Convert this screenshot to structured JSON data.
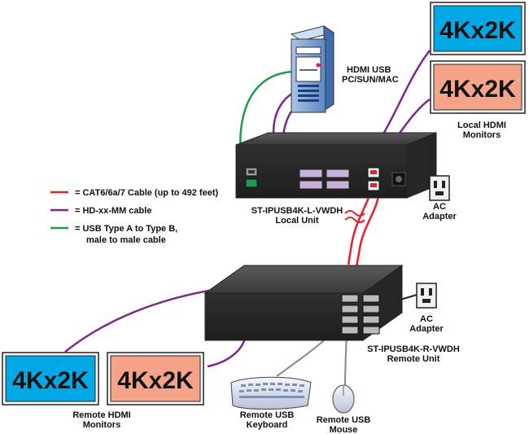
{
  "monitor_text": "4Kx2K",
  "labels": {
    "pc_line1": "HDMI USB",
    "pc_line2": "PC/SUN/MAC",
    "local_monitors_line1": "Local HDMI",
    "local_monitors_line2": "Monitors",
    "local_unit_line1": "ST-IPUSB4K-L-VWDH",
    "local_unit_line2": "Local Unit",
    "ac_line1": "AC",
    "ac_line2": "Adapter",
    "remote_unit_line1": "ST-IPUSB4K-R-VWDH",
    "remote_unit_line2": "Remote Unit",
    "remote_monitors_line1": "Remote HDMI",
    "remote_monitors_line2": "Monitors",
    "keyboard_line1": "Remote USB",
    "keyboard_line2": "Keyboard",
    "mouse_line1": "Remote USB",
    "mouse_line2": "Mouse"
  },
  "legend": [
    {
      "color": "#e8202a",
      "lines": [
        "= CAT6/6a/7 Cable (up to 492 feet)"
      ]
    },
    {
      "color": "#7b2a8c",
      "lines": [
        "= HD-xx-MM cable"
      ]
    },
    {
      "color": "#1f9a4a",
      "lines": [
        "= USB Type A to Type B,",
        "male to male cable"
      ]
    }
  ],
  "colors": {
    "monitor_blue": "#00a9e6",
    "monitor_salmon": "#f5a48a",
    "cat6": "#e8202a",
    "hdmi": "#7b2a8c",
    "usb": "#1f9a4a",
    "box_dark": "#3b3b3b"
  }
}
